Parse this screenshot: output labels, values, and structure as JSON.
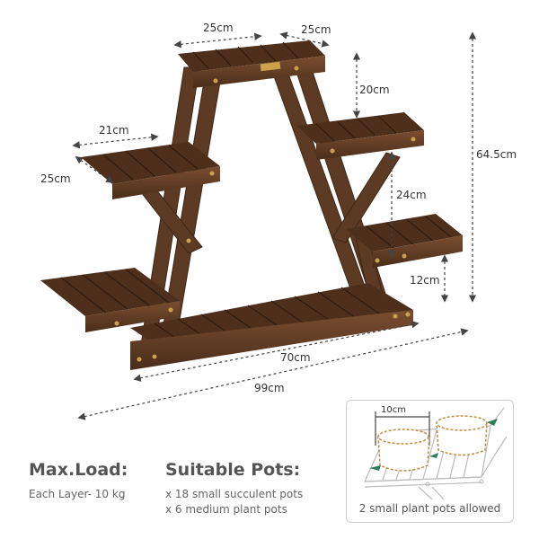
{
  "product": {
    "type": "3-tier triangular wooden plant stand",
    "wood_color": "#5c3a24",
    "wood_dark": "#3f2616",
    "wood_light": "#7a4e30",
    "screw_color": "#c9a24a"
  },
  "dimensions": {
    "top_width": "25cm",
    "top_depth": "25cm",
    "side_shelf_width": "21cm",
    "side_shelf_depth": "25cm",
    "top_to_second": "20cm",
    "second_to_third": "24cm",
    "third_to_base": "12cm",
    "total_height": "64.5cm",
    "base_length": "70cm",
    "total_length": "99cm"
  },
  "specs": {
    "max_load": {
      "title": "Max.Load:",
      "lines": [
        "Each Layer- 10 kg"
      ]
    },
    "suitable_pots": {
      "title": "Suitable Pots:",
      "lines": [
        "x 18 small succulent pots",
        "x 6 medium plant pots"
      ]
    }
  },
  "inset": {
    "dimension": "10cm",
    "caption": "2 small plant pots allowed",
    "pot_outline_color": "#c08a3e",
    "arrow_color": "#2e7d5b"
  }
}
